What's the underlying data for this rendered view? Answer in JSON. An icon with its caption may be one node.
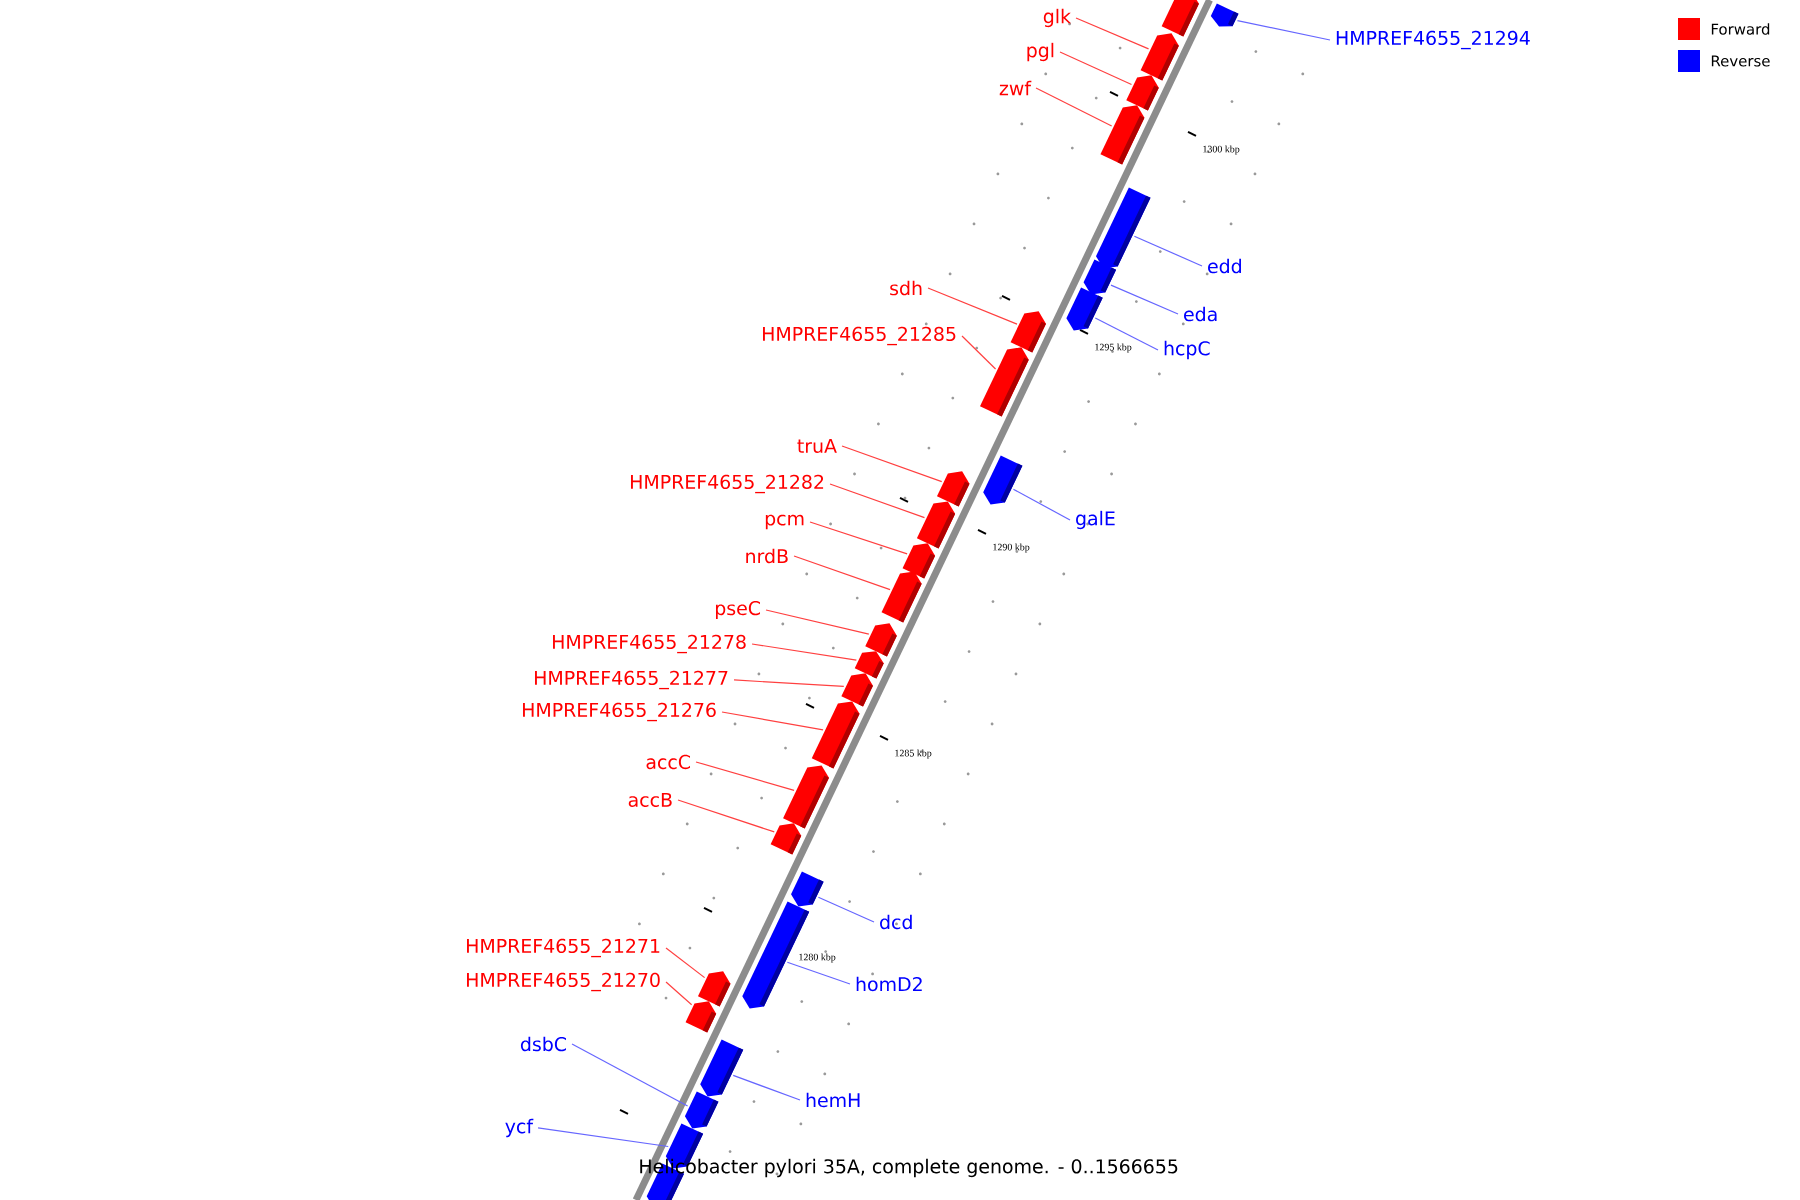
{
  "diagram": {
    "caption": "Helicobacter pylori 35A, complete genome. - 0..1566655",
    "nodes": [
      {
        "text": [
          "glk"
        ]
      },
      {
        "text": [
          "HMPREF4655_21294"
        ]
      },
      {
        "text": [
          "pgl"
        ]
      },
      {
        "text": [
          "zwf"
        ]
      },
      {
        "text": [
          "edd"
        ]
      },
      {
        "text": [
          "sdh"
        ]
      },
      {
        "text": [
          "eda"
        ]
      },
      {
        "text": [
          "HMPREF4655_21285"
        ]
      },
      {
        "text": [
          "hcpC"
        ]
      },
      {
        "text": [
          "truA"
        ]
      },
      {
        "text": [
          "HMPREF4655_21282"
        ]
      },
      {
        "text": [
          "galE"
        ]
      },
      {
        "text": [
          "pcm"
        ]
      },
      {
        "text": [
          "nrdB"
        ]
      },
      {
        "text": [
          "pseC"
        ]
      },
      {
        "text": [
          "HMPREF4655_21278"
        ]
      },
      {
        "text": [
          "HMPREF4655_21277"
        ]
      },
      {
        "text": [
          "HMPREF4655_21276"
        ]
      },
      {
        "text": [
          "accC"
        ]
      },
      {
        "text": [
          "accB"
        ]
      },
      {
        "text": [
          "dcd"
        ]
      },
      {
        "text": [
          "HMPREF4655_21271"
        ]
      },
      {
        "text": [
          "HMPREF4655_21270"
        ]
      },
      {
        "text": [
          "homD2"
        ]
      },
      {
        "text": [
          "dsbC"
        ]
      },
      {
        "text": [
          "hemH"
        ]
      },
      {
        "text": [
          "ycf"
        ]
      },
      {
        "text": [],
        "shape": "box"
      },
      {
        "text": [],
        "shape": "box"
      },
      {
        "text": [],
        "shape": "box"
      },
      {
        "text": [],
        "shape": "box"
      },
      {
        "text": [],
        "shape": "box"
      },
      {
        "text": [],
        "shape": "box"
      },
      {
        "text": [],
        "shape": "box"
      },
      {
        "text": [],
        "shape": "box"
      },
      {
        "text": [],
        "shape": "box"
      },
      {
        "text": [],
        "shape": "box"
      },
      {
        "text": [],
        "shape": "box"
      },
      {
        "text": [],
        "shape": "box"
      },
      {
        "text": [],
        "shape": "box"
      },
      {
        "text": [],
        "shape": "box"
      },
      {
        "text": [],
        "shape": "box"
      },
      {
        "text": [],
        "shape": "box"
      },
      {
        "text": [],
        "shape": "box"
      },
      {
        "text": [],
        "shape": "box"
      },
      {
        "text": [],
        "shape": "box"
      },
      {
        "text": [],
        "shape": "box"
      },
      {
        "text": [],
        "shape": "box"
      },
      {
        "text": [],
        "shape": "box"
      },
      {
        "text": [],
        "shape": "box"
      },
      {
        "text": [],
        "shape": "box"
      },
      {
        "text": [],
        "shape": "box"
      },
      {
        "text": [],
        "shape": "box"
      },
      {
        "text": [],
        "shape": "box"
      },
      {
        "text": [],
        "shape": "box"
      },
      {
        "text": [],
        "shape": "box"
      }
    ],
    "edges": [
      {
        "from": 0,
        "to": 29,
        "arrow": "none"
      },
      {
        "from": 1,
        "to": 28,
        "arrow": "none",
        "color": "#6666ff"
      },
      {
        "from": 2,
        "to": 30,
        "arrow": "none"
      },
      {
        "from": 3,
        "to": 31,
        "arrow": "none"
      },
      {
        "from": 4,
        "to": 32,
        "arrow": "none",
        "color": "#6666ff"
      },
      {
        "from": 5,
        "to": 35,
        "arrow": "none"
      },
      {
        "from": 6,
        "to": 33,
        "arrow": "none",
        "color": "#6666ff"
      },
      {
        "from": 7,
        "to": 36,
        "arrow": "none"
      },
      {
        "from": 8,
        "to": 34,
        "arrow": "none",
        "color": "#6666ff"
      },
      {
        "from": 9,
        "to": 38,
        "arrow": "none"
      },
      {
        "from": 10,
        "to": 39,
        "arrow": "none"
      },
      {
        "from": 11,
        "to": 37,
        "arrow": "none",
        "color": "#6666ff"
      },
      {
        "from": 12,
        "to": 40,
        "arrow": "none"
      },
      {
        "from": 13,
        "to": 41,
        "arrow": "none"
      },
      {
        "from": 14,
        "to": 42,
        "arrow": "none"
      },
      {
        "from": 15,
        "to": 43,
        "arrow": "none"
      },
      {
        "from": 16,
        "to": 44,
        "arrow": "none"
      },
      {
        "from": 17,
        "to": 45,
        "arrow": "none"
      },
      {
        "from": 18,
        "to": 46,
        "arrow": "none"
      },
      {
        "from": 19,
        "to": 47,
        "arrow": "none"
      },
      {
        "from": 20,
        "to": 48,
        "arrow": "none",
        "color": "#6666ff"
      },
      {
        "from": 21,
        "to": 50,
        "arrow": "none"
      },
      {
        "from": 22,
        "to": 51,
        "arrow": "none"
      },
      {
        "from": 23,
        "to": 49,
        "arrow": "none",
        "color": "#6666ff"
      },
      {
        "from": 24,
        "to": 53,
        "arrow": "none",
        "color": "#6666ff"
      },
      {
        "from": 25,
        "to": 52,
        "arrow": "none",
        "color": "#6666ff"
      },
      {
        "from": 26,
        "to": 54,
        "arrow": "none",
        "color": "#6666ff"
      }
    ],
    "labels": [
      "1300 kbp",
      "1295 kbp",
      "1290 kbp",
      "1285 kbp",
      "1280 kbp"
    ],
    "legend": [
      {
        "text": "Forward",
        "color": "#ff0000"
      },
      {
        "text": "Reverse",
        "color": "#0000ff"
      }
    ]
  }
}
